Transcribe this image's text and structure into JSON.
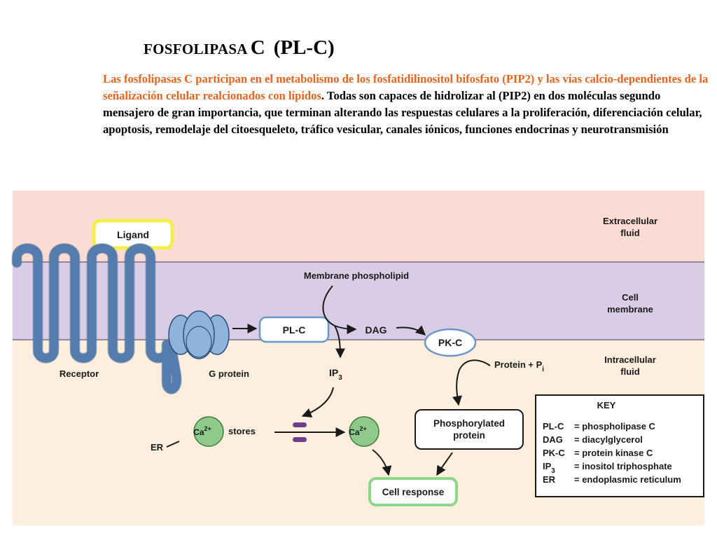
{
  "title": {
    "part1": "FOSFOLIPASA",
    "part2": "C",
    "part3": "(PL-C)"
  },
  "intro": {
    "orange_text": "Las fosfolipasas C participan en el metabolismo de los fosfatidilinositol bifosfato (PIP2) y las vías calcio-dependientes de la señalización celular realcionados con lípidos",
    "black_text": ". Todas son capaces de hidrolizar al (PIP2) en dos moléculas segundo mensajero de gran importancia, que terminan alterando las respuestas celulares a la proliferación, diferenciación celular, apoptosis, remodelaje del citoesqueleto, tráfico vesicular, canales iónicos, funciones endocrinas y neurotransmisión"
  },
  "diagram": {
    "colors": {
      "extracellular": "#fbdcd4",
      "membrane": "#d9cde6",
      "intracellular": "#fdeedd",
      "receptor": "#6b96c8",
      "g_protein": "#8fb4dc",
      "ca_circle": "#8fca8b",
      "cell_response": "#8ed688",
      "ligand": "#f4ee49",
      "channel": "#6e3f8a"
    },
    "regions": {
      "extracellular": [
        "Extracellular",
        "fluid"
      ],
      "membrane": [
        "Cell",
        "membrane"
      ],
      "intracellular": [
        "Intracellular",
        "fluid"
      ]
    },
    "ligand": "Ligand",
    "receptor": "Receptor",
    "g_protein": "G protein",
    "membrane_phospholipid": "Membrane phospholipid",
    "plc": "PL-C",
    "dag": "DAG",
    "pkc": "PK-C",
    "ip3": {
      "base": "IP",
      "sub": "3"
    },
    "protein_pi": {
      "base": "Protein + P",
      "sub": "i"
    },
    "phosphorylated_protein": [
      "Phosphorylated",
      "protein"
    ],
    "ca": {
      "base": "Ca",
      "sup": "2+"
    },
    "stores": "stores",
    "er": "ER",
    "cell_response": "Cell response",
    "key": {
      "title": "KEY",
      "entries": [
        {
          "abbr": "PL-C",
          "def": "= phospholipase C"
        },
        {
          "abbr": "DAG",
          "def": "= diacylglycerol"
        },
        {
          "abbr": "PK-C",
          "def": "= protein kinase C"
        },
        {
          "abbr": "IP",
          "sub": "3",
          "def": "= inositol triphosphate"
        },
        {
          "abbr": "ER",
          "def": "= endoplasmic reticulum"
        }
      ]
    }
  }
}
